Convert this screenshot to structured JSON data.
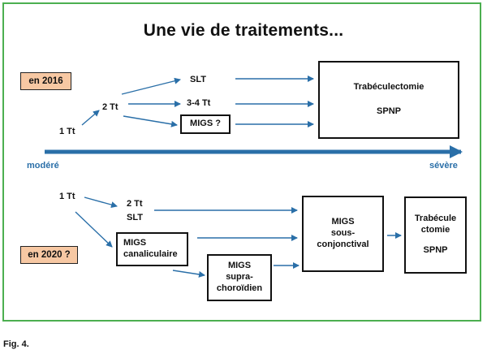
{
  "title": "Une vie de traitements...",
  "colors": {
    "frame": "#4caf50",
    "arrow": "#2a6fa8",
    "tag_fill": "#f7c8a3"
  },
  "top": {
    "tag": "en 2016",
    "tt1": "1 Tt",
    "tt2": "2 Tt",
    "slt": "SLT",
    "tt34": "3-4 Tt",
    "migs": "MIGS ?",
    "big_box": {
      "line1": "Trabéculectomie",
      "line2": "SPNP"
    }
  },
  "axis": {
    "left": "modéré",
    "right": "sévère"
  },
  "bottom": {
    "tag": "en 2020 ?",
    "tt1": "1 Tt",
    "tt2": "2 Tt",
    "slt": "SLT",
    "migs_can": {
      "line1": "MIGS",
      "line2": "canaliculaire"
    },
    "migs_supra": {
      "line1": "MIGS",
      "line2": "supra-",
      "line3": "choroïdien"
    },
    "migs_sous": {
      "line1": "MIGS",
      "line2": "sous-",
      "line3": "conjonctival"
    },
    "trab": {
      "line1": "Trabécule",
      "line2": "ctomie",
      "line3": "SPNP"
    }
  },
  "caption": "Fig. 4."
}
